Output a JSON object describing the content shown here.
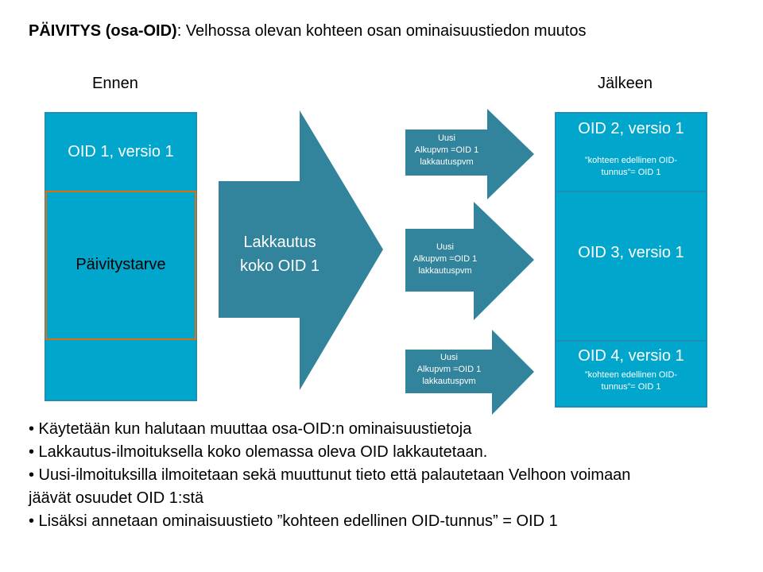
{
  "title": {
    "bold": "PÄIVITYS (osa-OID)",
    "rest": ": Velhossa olevan kohteen osan ominaisuustiedon muutos"
  },
  "before": {
    "heading": "Ennen",
    "oid_label": "OID 1, versio 1",
    "update_label": "Päivitystarve"
  },
  "big_arrow": {
    "line1": "Lakkautus",
    "line2": "koko OID 1"
  },
  "small_arrows": [
    {
      "l1": "Uusi",
      "l2": "Alkupvm =OID 1",
      "l3": "lakkautuspvm"
    },
    {
      "l1": "Uusi",
      "l2": "Alkupvm =OID 1",
      "l3": "lakkautuspvm"
    },
    {
      "l1": "Uusi",
      "l2": "Alkupvm =OID 1",
      "l3": "lakkautuspvm"
    }
  ],
  "after": {
    "heading": "Jälkeen",
    "box1": {
      "title": "OID 2, versio 1",
      "note1": "”kohteen edellinen OID-",
      "note2": "tunnus”= OID 1"
    },
    "box2": {
      "title": "OID 3, versio 1"
    },
    "box3": {
      "title": "OID 4, versio 1",
      "note1": "”kohteen edellinen OID-",
      "note2": "tunnus”= OID 1"
    }
  },
  "bullets": [
    "• Käytetään kun halutaan muuttaa osa-OID:n ominaisuustietoja",
    "• Lakkautus-ilmoituksella koko olemassa oleva OID lakkautetaan.",
    "• Uusi-ilmoituksilla ilmoitetaan sekä muuttunut tieto että palautetaan Velhoon voimaan",
    "jäävät osuudet OID 1:stä",
    "• Lisäksi annetaan ominaisuustieto ”kohteen edellinen OID-tunnus” = OID 1"
  ],
  "colors": {
    "box_fill": "#00a6cb",
    "arrow_fill": "#31849b",
    "highlight_border": "#e36c0a"
  }
}
